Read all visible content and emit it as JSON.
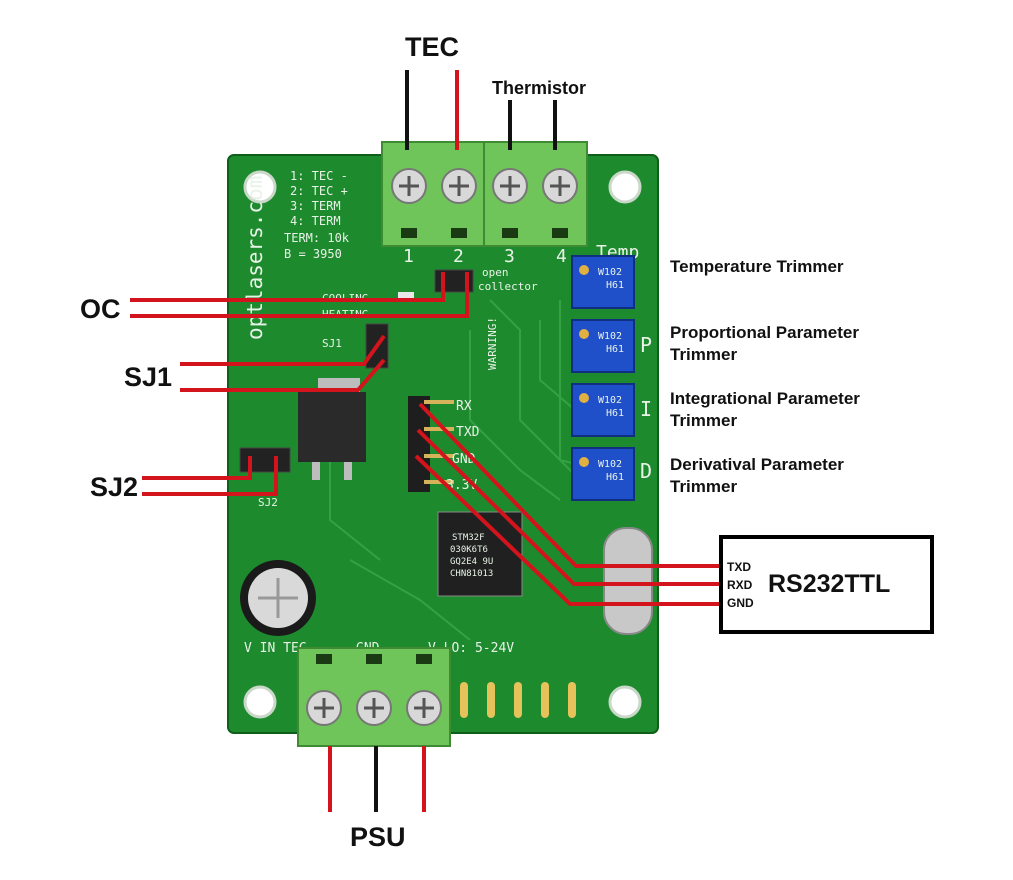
{
  "labels": {
    "tec": "TEC",
    "thermistor": "Thermistor",
    "oc": "OC",
    "sj1": "SJ1",
    "sj2": "SJ2",
    "psu": "PSU",
    "rs232": "RS232TTL",
    "temp_trimmer": "Temperature Trimmer",
    "prop_trimmer_1": "Proportional Parameter",
    "prop_trimmer_2": "Trimmer",
    "int_trimmer_1": "Integrational Parameter",
    "int_trimmer_2": "Trimmer",
    "der_trimmer_1": "Derivatival Parameter",
    "der_trimmer_2": "Trimmer"
  },
  "rs232_pins": [
    "TXD",
    "RXD",
    "GND"
  ],
  "board": {
    "brand": "optlasers.com",
    "legend": [
      "1: TEC -",
      "2: TEC +",
      "3: TERM",
      "4: TERM",
      "TERM: 10k",
      "B = 3950"
    ],
    "terminal_numbers": [
      "1",
      "2",
      "3",
      "4"
    ],
    "temp": "Temp",
    "trim_letters": [
      "P",
      "I",
      "D"
    ],
    "open_collector_1": "open",
    "open_collector_2": "collector",
    "cooling": "COOLING",
    "heating": "HEATING",
    "warning": "WARNING!",
    "sj1": "SJ1",
    "sj2": "SJ2",
    "header_pins": [
      "RX",
      "TXD",
      "GND",
      "3.3V"
    ],
    "bottom_left": "V IN TEC",
    "bottom_gnd": "GND",
    "bottom_right": "V LO: 5-24V",
    "pot_code_1": "W102",
    "pot_code_2": "H61",
    "chip_lines": [
      "STM32F",
      "030K6T6",
      "GQ2E4 9U",
      "CHN81013"
    ]
  },
  "colors": {
    "pcb": "#1e8a2e",
    "wire_red": "#d4141c",
    "wire_black": "#111111",
    "terminal": "#6fc45a",
    "trimmer": "#1f4fc9"
  }
}
